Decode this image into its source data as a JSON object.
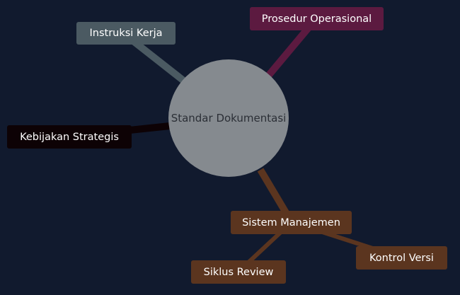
{
  "colors": {
    "background": "#111a2e",
    "root": "#858a8f",
    "instruksi": "#4b5a62",
    "prosedur": "#5c1a40",
    "kebijakan": "#0d0205",
    "sistem": "#5b351f"
  },
  "mindmap": {
    "root": {
      "label": "Standar Dokumentasi"
    },
    "nodes": [
      {
        "id": "instruksi",
        "label": "Instruksi Kerja"
      },
      {
        "id": "prosedur",
        "label": "Prosedur Operasional"
      },
      {
        "id": "kebijakan",
        "label": "Kebijakan Strategis"
      },
      {
        "id": "sistem",
        "label": "Sistem Manajemen"
      },
      {
        "id": "siklus",
        "label": "Siklus Review"
      },
      {
        "id": "kontrol",
        "label": "Kontrol Versi"
      }
    ]
  }
}
